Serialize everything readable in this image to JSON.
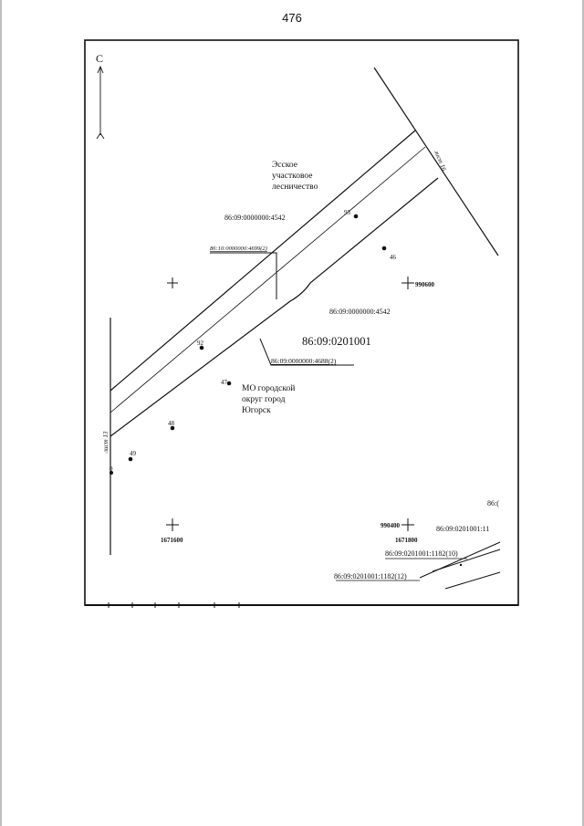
{
  "page_number": "476",
  "north_letter": "С",
  "forestry_label": [
    "Эсское",
    "участковое",
    "лесничество"
  ],
  "municipality_label": [
    "МО городской",
    "округ город",
    "Югорск"
  ],
  "quarter_label": "86:09:0201001",
  "parcel_labels": {
    "p4542_top": "86:09:0000000:4542",
    "p4542_right": "86:09:0000000:4542",
    "p4699": "86:10:0000000:4699(2)",
    "p4688": "86:09:0000000:4688(2)",
    "p1182_10": "86:09:0201001:1182(10)",
    "p1182_12": "86:09:0201001:1182(12)",
    "p118_cut": "86:09:0201001:11",
    "p86_cut": "86:("
  },
  "sheet_labels": {
    "sheet_16": "лист 16",
    "sheet_13": "лист 13"
  },
  "point_labels": {
    "p93": "93",
    "p46": "46",
    "p92": "92",
    "p47": "47",
    "p48": "48",
    "p49": "49",
    "p0": "0"
  },
  "grid_labels": {
    "g990600": "990600",
    "g990400": "990400",
    "g1671800": "1671800",
    "g1671600": "1671600"
  }
}
